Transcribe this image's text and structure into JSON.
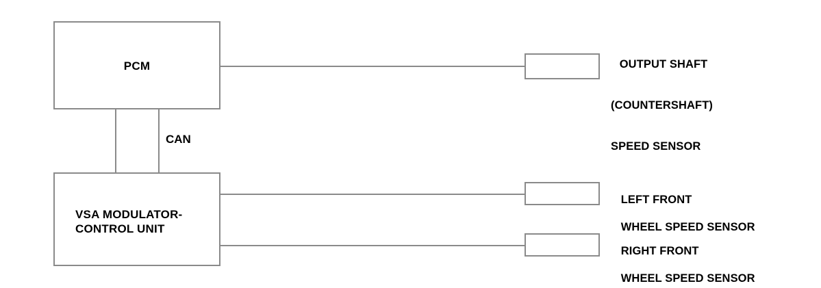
{
  "diagram": {
    "title": "Vehicle speed sensor network block diagram",
    "background_color": "#ffffff",
    "line_color": "#8a8a8a",
    "text_color": "#000000",
    "modules": {
      "pcm": {
        "label": "PCM"
      },
      "vsa": {
        "label": "VSA MODULATOR-\nCONTROL UNIT"
      }
    },
    "bus": {
      "label": "CAN"
    },
    "sensors": {
      "output_shaft": {
        "line1": "OUTPUT SHAFT",
        "line2": "(COUNTERSHAFT)",
        "line3": "SPEED SENSOR"
      },
      "left_front": {
        "line1": "LEFT FRONT",
        "line2": "WHEEL SPEED SENSOR"
      },
      "right_front": {
        "line1": "RIGHT FRONT",
        "line2": "WHEEL SPEED SENSOR"
      }
    }
  }
}
